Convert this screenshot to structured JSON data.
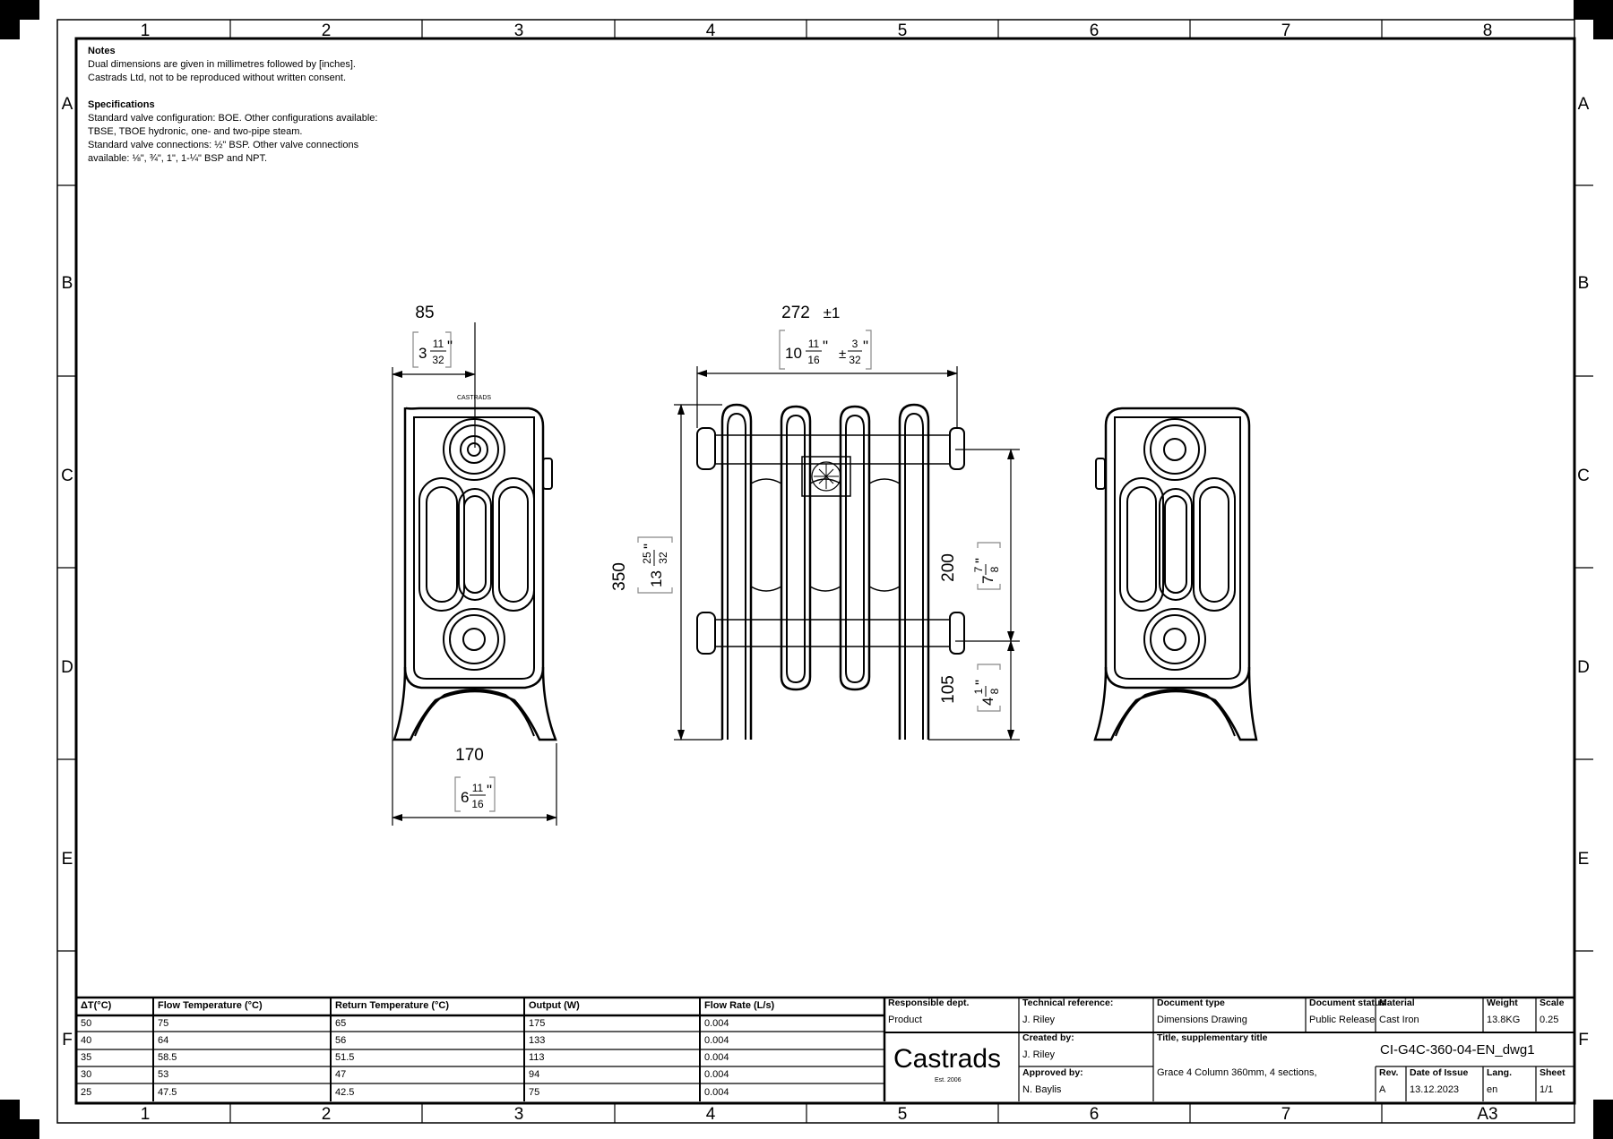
{
  "grid": {
    "columns": [
      "1",
      "2",
      "3",
      "4",
      "5",
      "6",
      "7",
      "8"
    ],
    "rows": [
      "A",
      "B",
      "C",
      "D",
      "E",
      "F"
    ],
    "bottom_columns": [
      "1",
      "2",
      "3",
      "4",
      "5",
      "6",
      "7"
    ],
    "sheet_size": "A3"
  },
  "notes": {
    "heading": "Notes",
    "line1": "Dual dimensions are given in millimetres followed by [inches].",
    "line2": "Castrads Ltd, not to be reproduced without written consent.",
    "spec_heading": "Specifications",
    "spec1": "Standard valve configuration: BOE. Other configurations available:",
    "spec2": "TBSE, TBOE hydronic, one- and two-pipe steam.",
    "spec3": "Standard valve connections: ½\" BSP. Other valve connections",
    "spec4": "available: ⅛\", ¾\", 1\", 1-¼\" BSP and NPT."
  },
  "dimensions": {
    "side_width_mm": "85",
    "side_width_in_whole": "3",
    "side_width_in_num": "11",
    "side_width_in_den": "32",
    "front_width_mm": "272",
    "front_width_tol": "±1",
    "front_width_in_whole": "10",
    "front_width_in_num": "11",
    "front_width_in_den": "16",
    "front_width_tol_in_prefix": "±",
    "front_width_tol_in_num": "3",
    "front_width_tol_in_den": "32",
    "height_mm": "350",
    "height_in_whole": "13",
    "height_in_num": "25",
    "height_in_den": "32",
    "centres_mm": "200",
    "centres_in_whole": "7",
    "centres_in_num": "7",
    "centres_in_den": "8",
    "floor_mm": "105",
    "floor_in_whole": "4",
    "floor_in_num": "1",
    "floor_in_den": "8",
    "depth_mm": "170",
    "depth_in_whole": "6",
    "depth_in_num": "11",
    "depth_in_den": "16",
    "inch_mark": "\"",
    "badge_text": "CASTRADS"
  },
  "output_table": {
    "headers": [
      "ΔT(°C)",
      "Flow Temperature (°C)",
      "Return Temperature (°C)",
      "Output (W)",
      "Flow Rate (L/s)"
    ],
    "rows": [
      [
        "50",
        "75",
        "65",
        "175",
        "0.004"
      ],
      [
        "40",
        "64",
        "56",
        "133",
        "0.004"
      ],
      [
        "35",
        "58.5",
        "51.5",
        "113",
        "0.004"
      ],
      [
        "30",
        "53",
        "47",
        "94",
        "0.004"
      ],
      [
        "25",
        "47.5",
        "42.5",
        "75",
        "0.004"
      ]
    ]
  },
  "title_block": {
    "responsible_dept_label": "Responsible dept.",
    "responsible_dept": "Product",
    "technical_reference_label": "Technical reference:",
    "technical_reference": "J. Riley",
    "document_type_label": "Document type",
    "document_type": "Dimensions Drawing",
    "document_status_label": "Document status",
    "document_status": "Public Release",
    "material_label": "Material",
    "material": "Cast Iron",
    "weight_label": "Weight",
    "weight": "13.8KG",
    "scale_label": "Scale",
    "scale": "0.25",
    "logo": "Castrads",
    "logo_sub": "Est. 2006",
    "created_by_label": "Created by:",
    "created_by": "J. Riley",
    "approved_by_label": "Approved by:",
    "approved_by": "N. Baylis",
    "title_label": "Title, supplementary title",
    "title": "Grace 4 Column 360mm, 4 sections,",
    "drawing_number": "CI-G4C-360-04-EN_dwg1",
    "rev_label": "Rev.",
    "rev": "A",
    "date_label": "Date of Issue",
    "date": "13.12.2023",
    "lang_label": "Lang.",
    "lang": "en",
    "sheet_label": "Sheet",
    "sheet": "1/1"
  }
}
